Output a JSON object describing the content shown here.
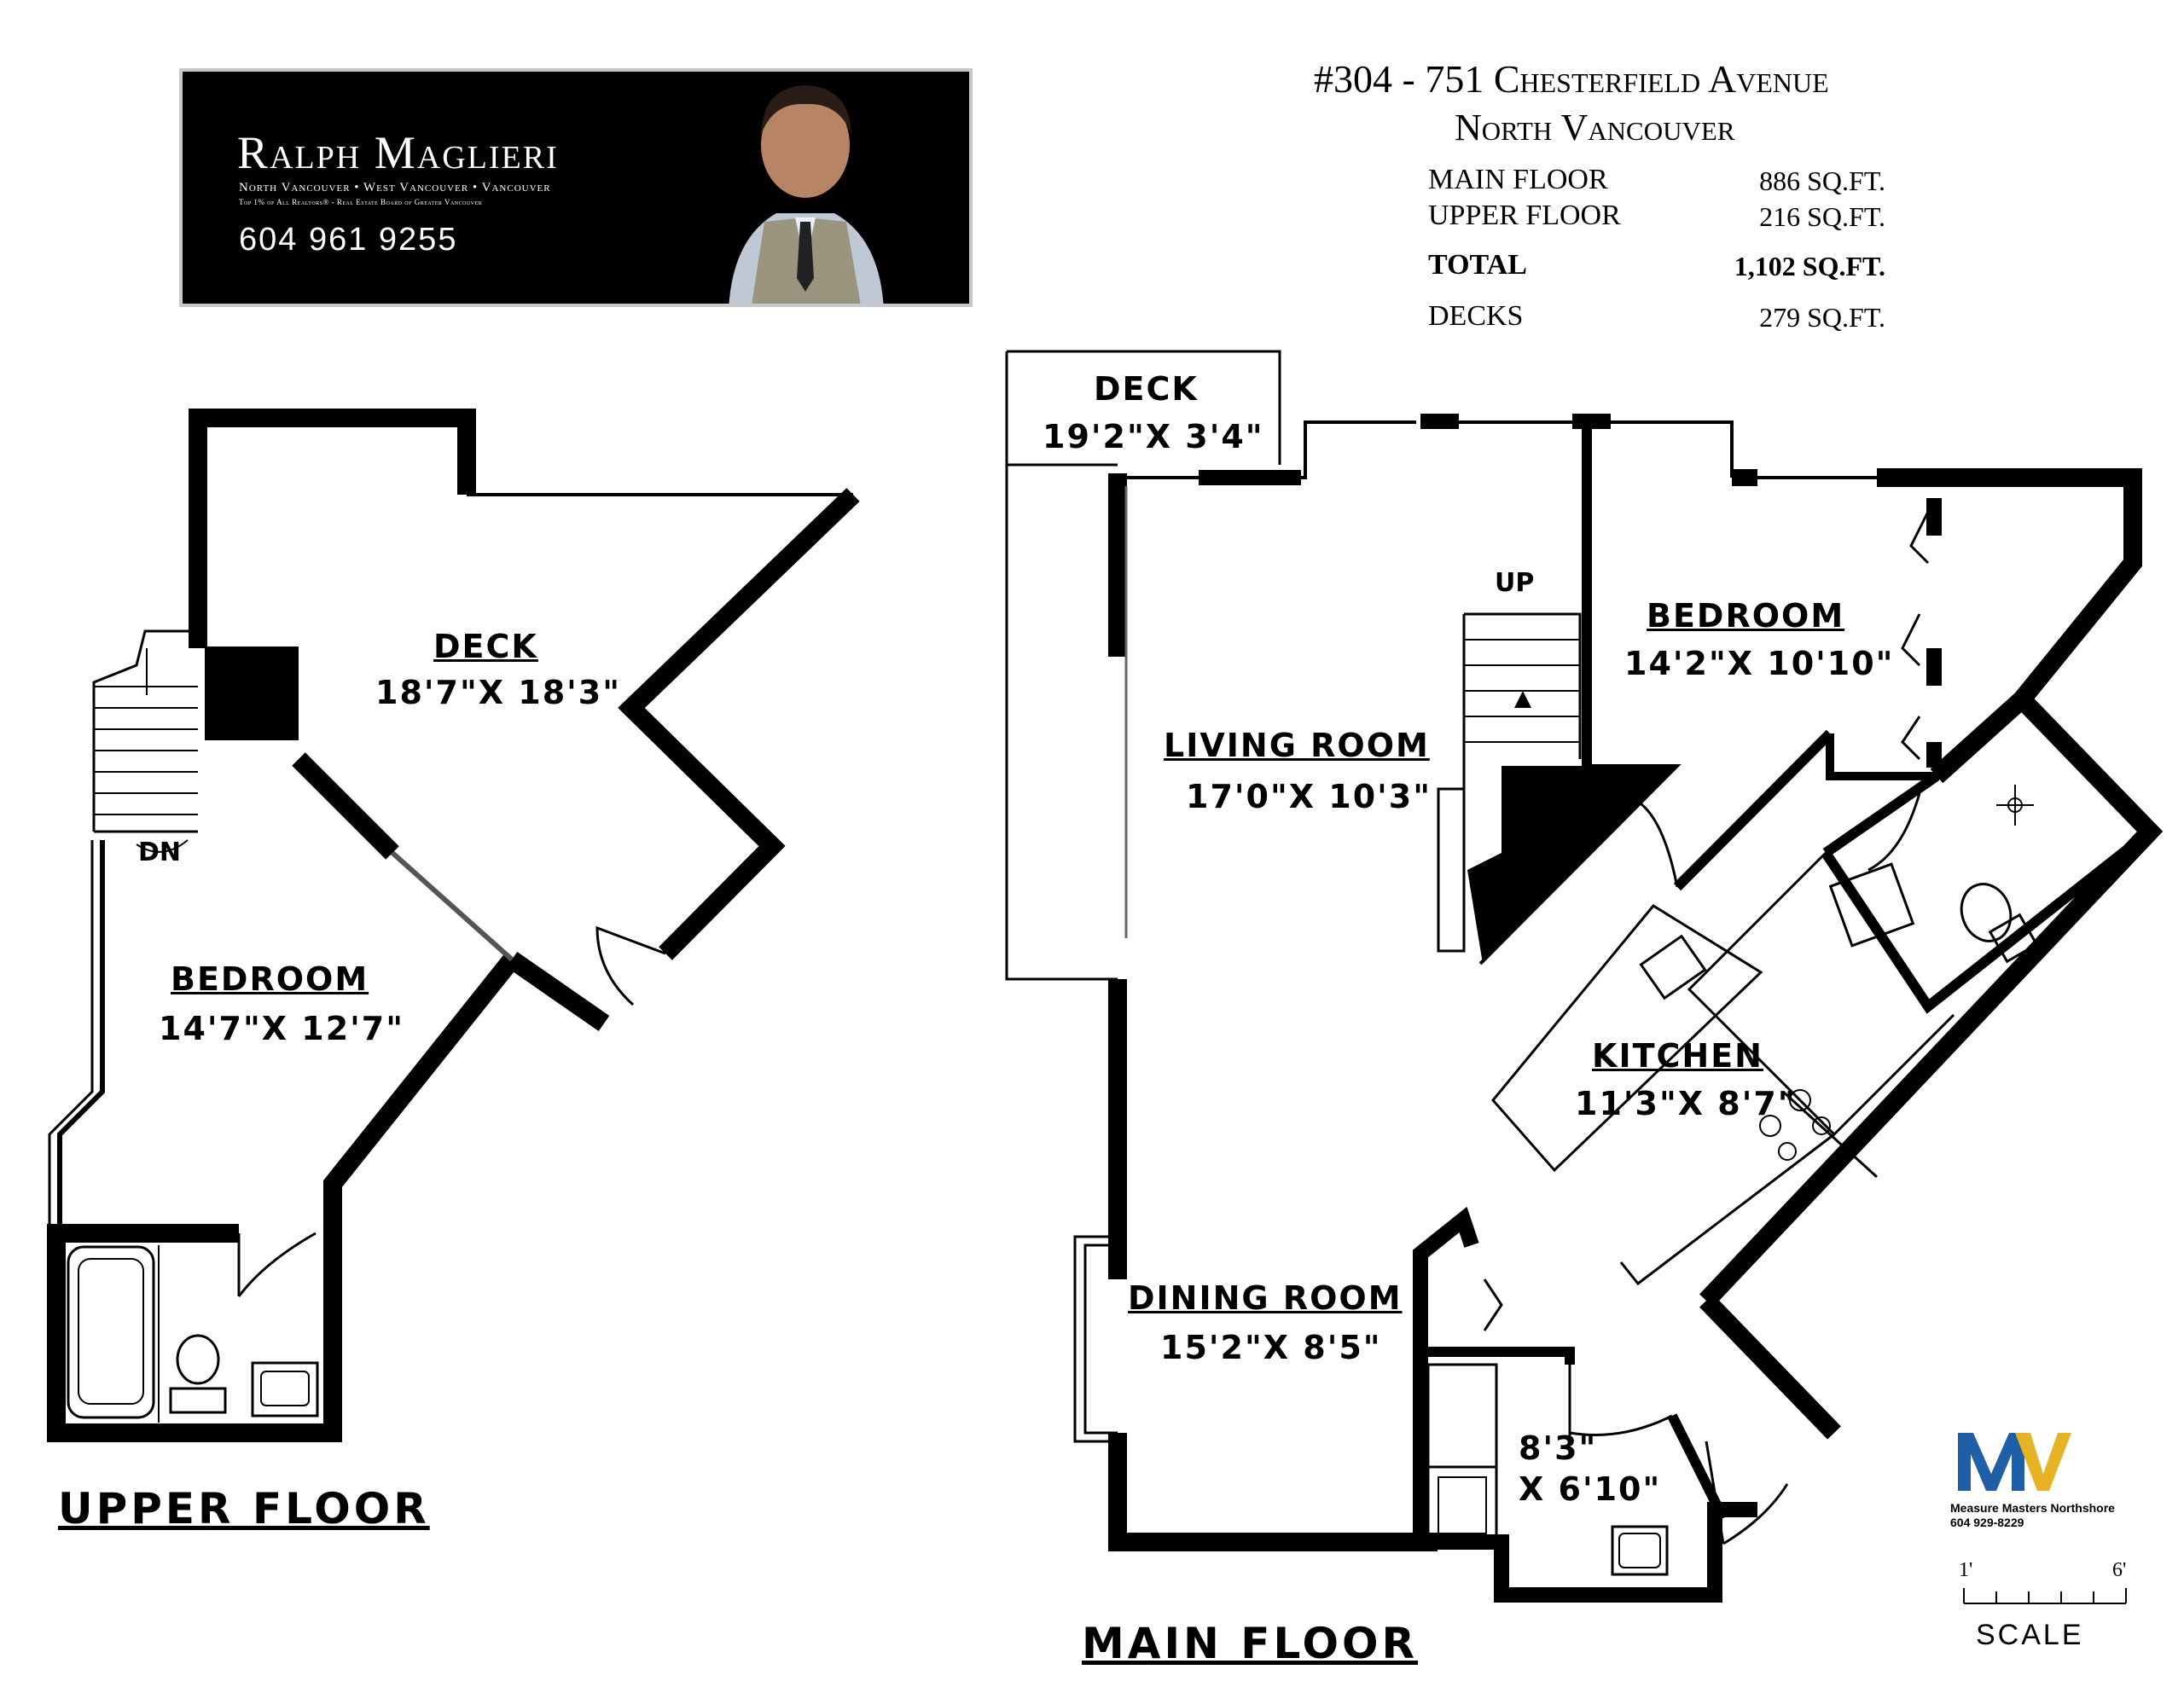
{
  "agent": {
    "name": "Ralph Maglieri",
    "areas": "North Vancouver • West Vancouver • Vancouver",
    "board": "Top 1% of All Realtors® - Real Estate Board of Greater Vancouver",
    "phone": "604 961 9255"
  },
  "property": {
    "address_line1": "#304 - 751 Chesterfield Avenue",
    "address_line2": "North Vancouver"
  },
  "areas": [
    {
      "label": "MAIN FLOOR",
      "value": "886 SQ.FT.",
      "bold": false
    },
    {
      "label": "UPPER FLOOR",
      "value": "216 SQ.FT.",
      "bold": false
    },
    {
      "label": "TOTAL",
      "value": "1,102 SQ.FT.",
      "bold": true
    },
    {
      "label": "DECKS",
      "value": "279 SQ.FT.",
      "bold": false
    }
  ],
  "upper_floor": {
    "title": "UPPER FLOOR",
    "deck": {
      "name": "DECK",
      "dim": "18'7\"X  18'3\""
    },
    "bedroom": {
      "name": "BEDROOM",
      "dim": "14'7\"X  12'7\""
    },
    "stairs_label": "DN"
  },
  "main_floor": {
    "title": "MAIN FLOOR",
    "deck": {
      "name": "DECK",
      "dim": "19'2\"X  3'4\""
    },
    "living": {
      "name": "LIVING  ROOM",
      "dim": "17'0\"X  10'3\""
    },
    "bedroom": {
      "name": "BEDROOM",
      "dim": "14'2\"X  10'10\""
    },
    "kitchen": {
      "name": "KITCHEN",
      "dim": "11'3\"X  8'7\""
    },
    "dining": {
      "name": "DINING  ROOM",
      "dim": "15'2\"X  8'5\""
    },
    "laundry": {
      "dim1": "8'3\"",
      "dim2": "X  6'10\""
    },
    "stairs_label": "UP"
  },
  "logo": {
    "company": "Measure Masters Northshore",
    "phone": "604 929-8229",
    "colors": {
      "blue": "#1f5fa8",
      "gold": "#e6b325"
    }
  },
  "scale": {
    "start": "1'",
    "end": "6'",
    "word": "SCALE"
  }
}
